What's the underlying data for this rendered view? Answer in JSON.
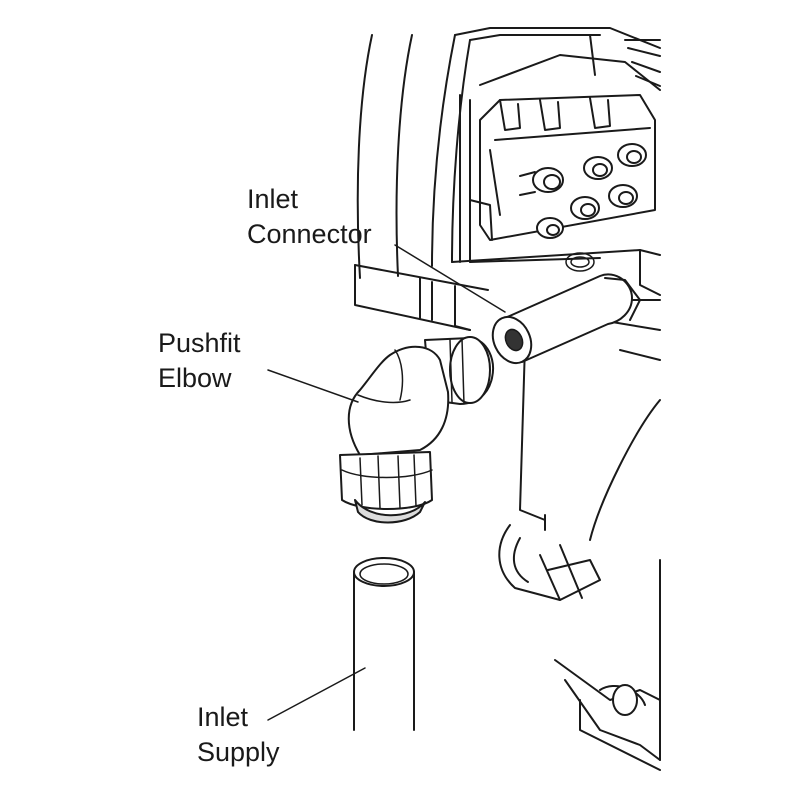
{
  "labels": {
    "inlet_connector": {
      "line1": "Inlet",
      "line2": "Connector"
    },
    "pushfit_elbow": {
      "line1": "Pushfit",
      "line2": "Elbow"
    },
    "inlet_supply": {
      "line1": "Inlet",
      "line2": "Supply"
    }
  },
  "colors": {
    "ink": "#1a1a1a",
    "background": "#ffffff"
  }
}
